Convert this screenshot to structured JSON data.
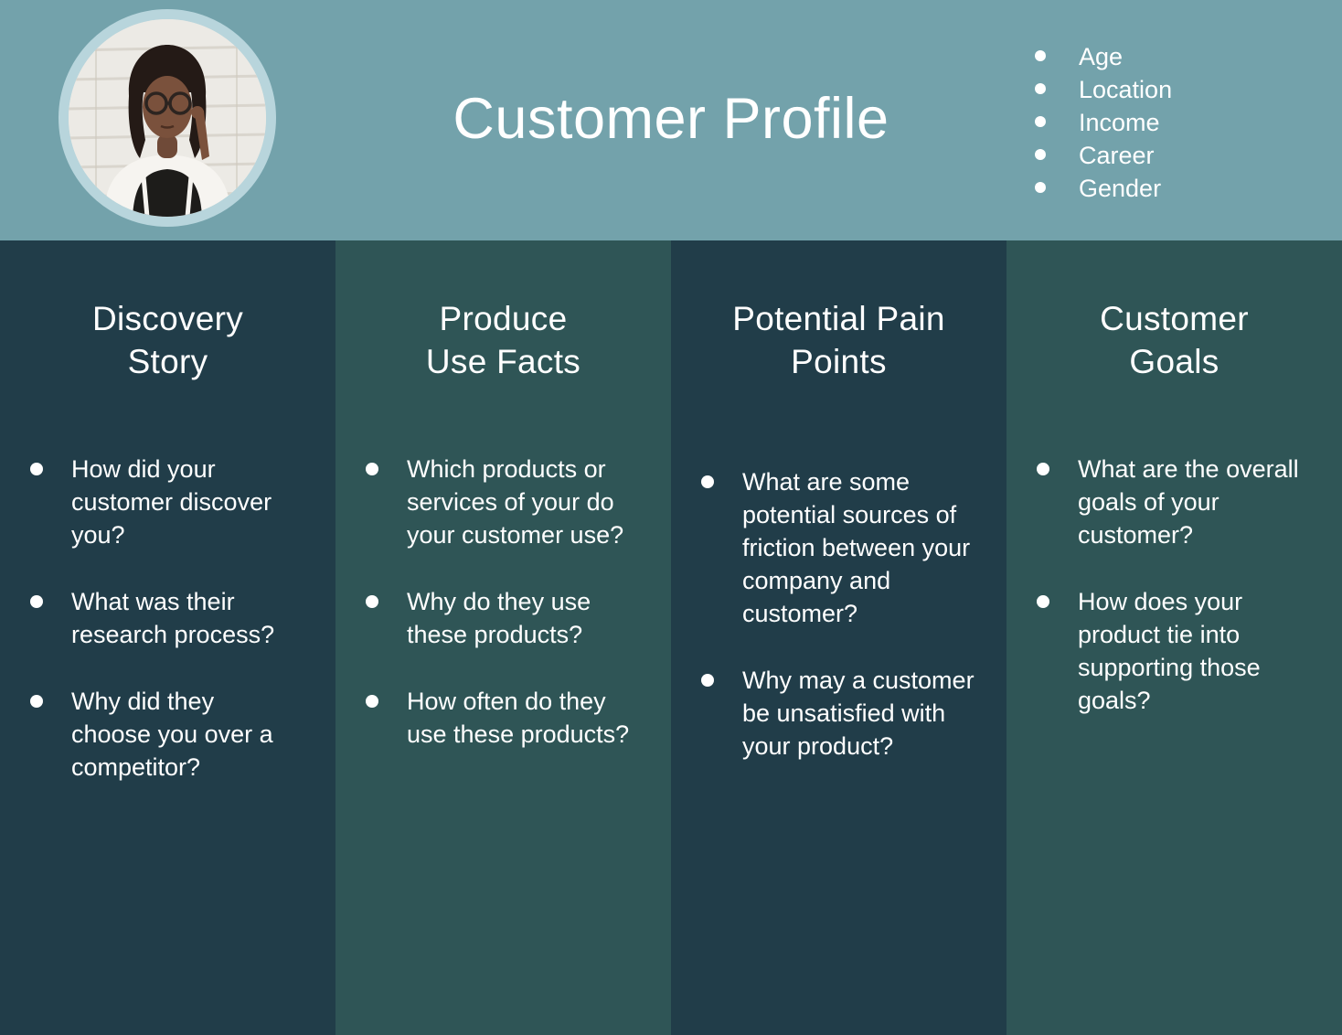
{
  "header": {
    "title": "Customer Profile",
    "avatar": "photo of customer persona: woman with round glasses, white blouse, black pinafore",
    "demographics": [
      "Age",
      "Location",
      "Income",
      "Career",
      "Gender"
    ]
  },
  "columns": [
    {
      "title_line1": "Discovery",
      "title_line2": "Story",
      "items": [
        "How did your customer discover you?",
        "What was their research process?",
        "Why did they choose you over a competitor?"
      ]
    },
    {
      "title_line1": "Produce",
      "title_line2": "Use Facts",
      "items": [
        "Which products or services of your do your customer use?",
        "Why do they use these products?",
        "How often do they use these products?"
      ]
    },
    {
      "title_line1": "Potential Pain",
      "title_line2": "Points",
      "items": [
        "What are some potential sources of friction between your company and customer?",
        "Why may a customer be unsatisfied with your product?"
      ]
    },
    {
      "title_line1": "Customer",
      "title_line2": "Goals",
      "items": [
        "What are the overall goals of your customer?",
        "How does your product tie into supporting those goals?"
      ]
    }
  ],
  "colors": {
    "header_bg": "#73a2ab",
    "column_dark": "#213d49",
    "column_light": "#2f5556",
    "avatar_ring": "#b8d5dc",
    "text": "#ffffff"
  }
}
